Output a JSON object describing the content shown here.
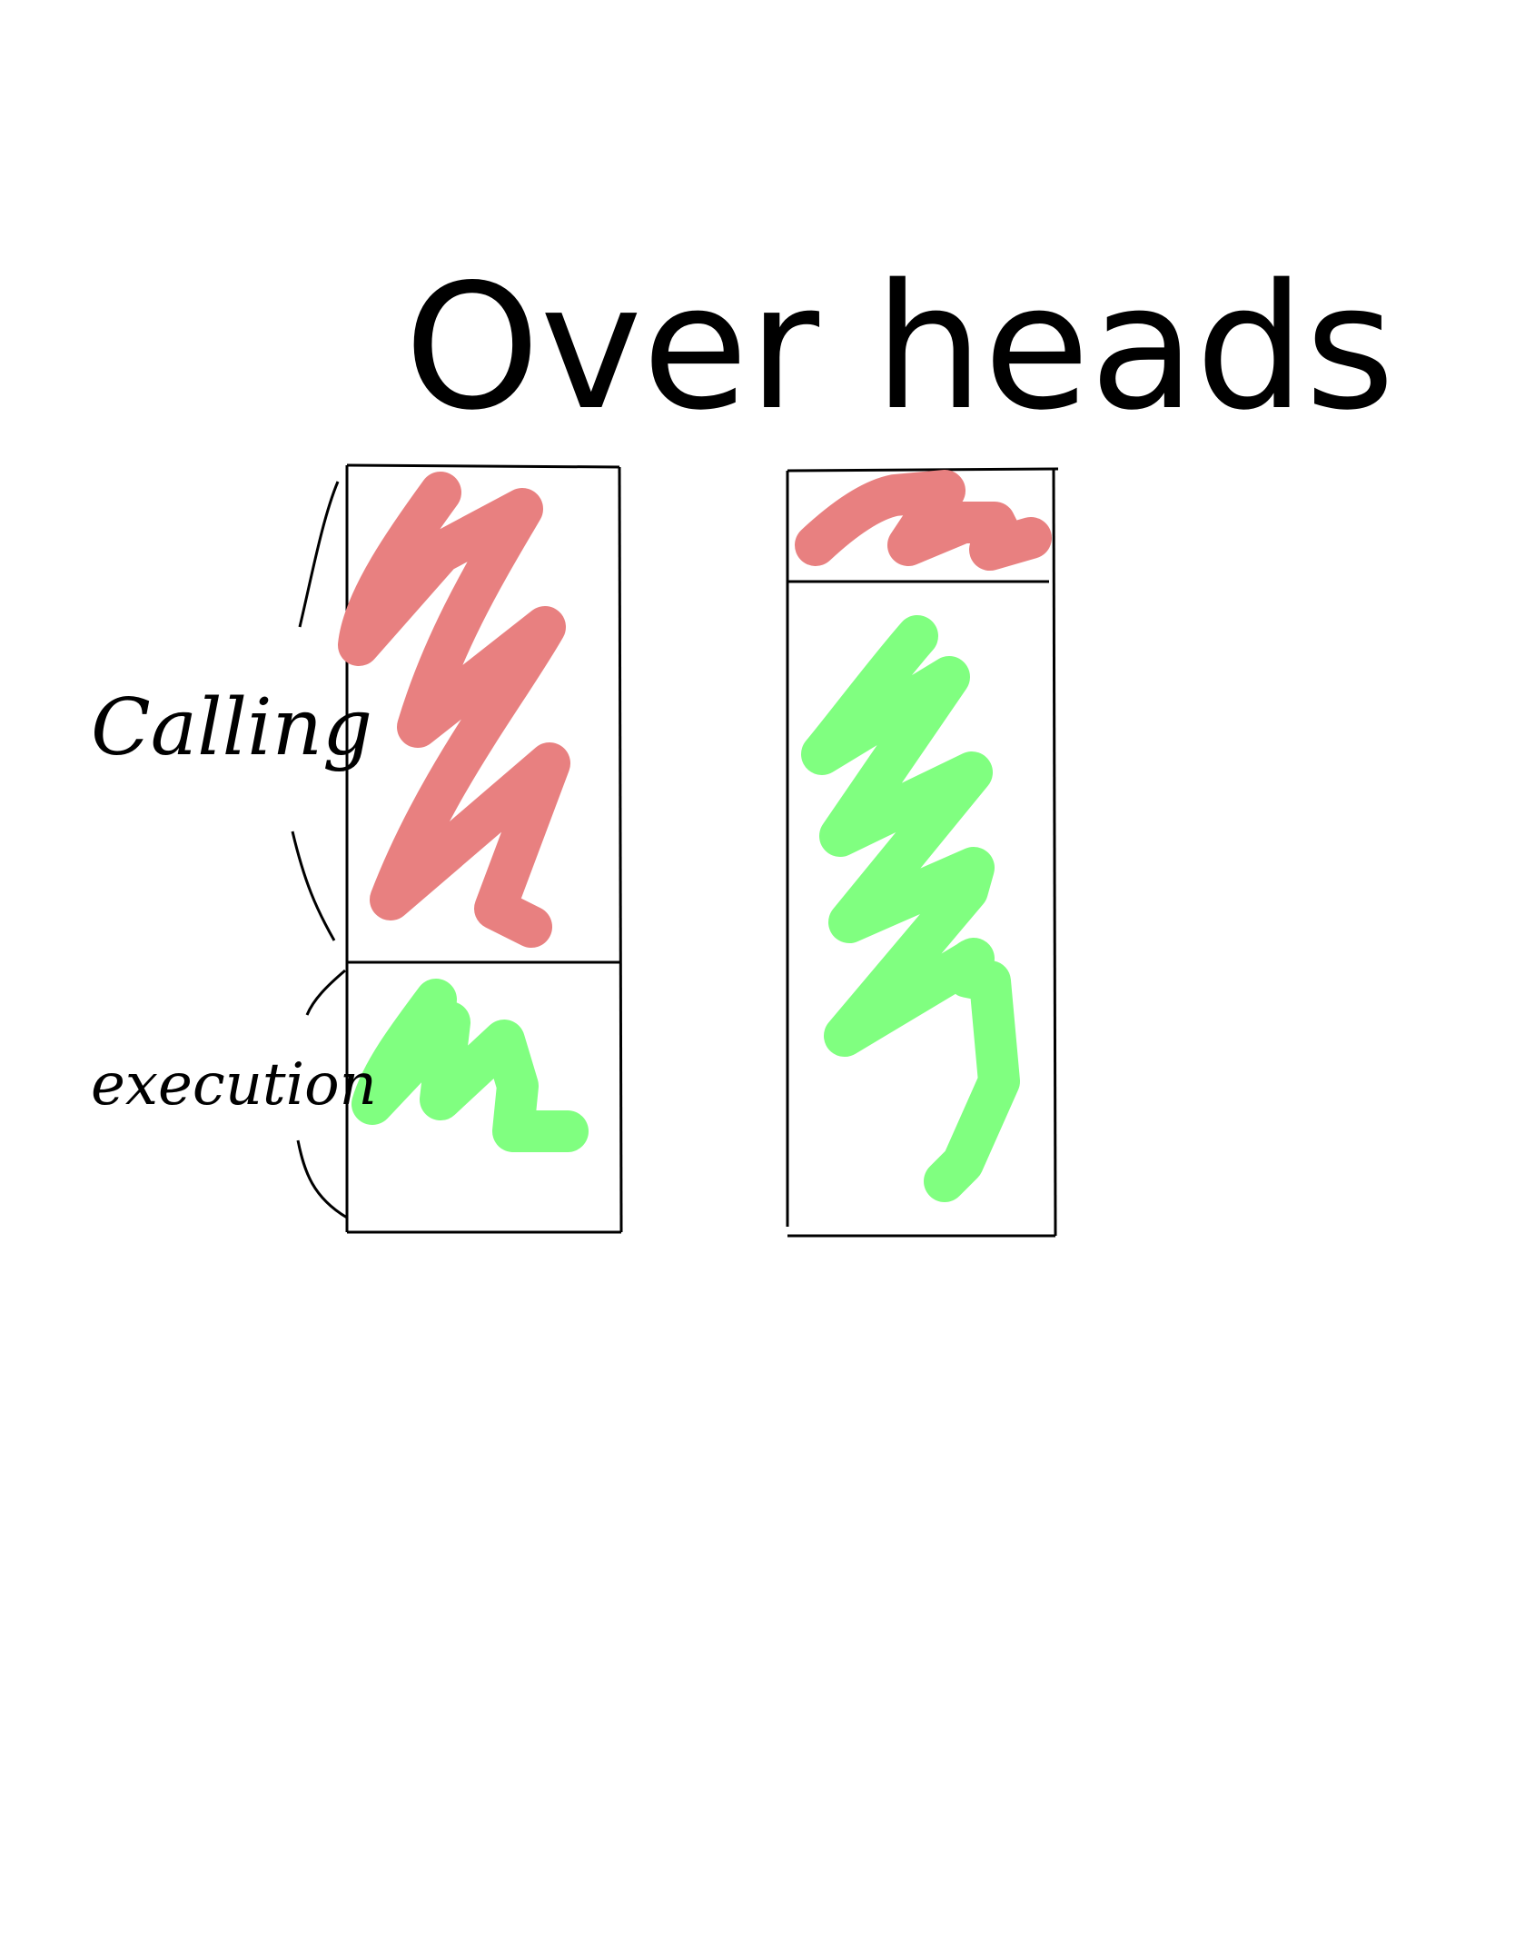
{
  "title": "Over heads",
  "labels": {
    "calling": "Calling",
    "execution": "execution"
  },
  "colors": {
    "calling": "#e88080",
    "execution": "#80ff80",
    "ink": "#000000",
    "background": "#ffffff"
  },
  "diagram": {
    "left_column": {
      "segments": [
        "calling",
        "execution"
      ],
      "calling_share": 0.65,
      "execution_share": 0.35
    },
    "right_column": {
      "segments": [
        "calling",
        "execution"
      ],
      "calling_share": 0.15,
      "execution_share": 0.85
    }
  }
}
